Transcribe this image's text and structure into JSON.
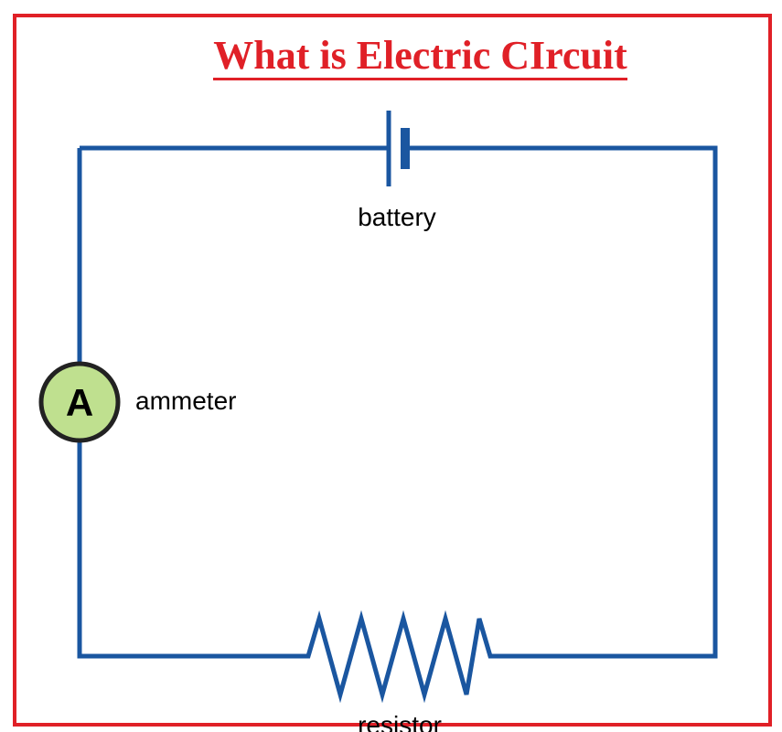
{
  "title": "What is Electric CIrcuit",
  "colors": {
    "frame": "#e02027",
    "title": "#e02027",
    "wire": "#1a56a0",
    "ammeter_fill": "#bfe08f",
    "ammeter_stroke": "#222222"
  },
  "components": {
    "battery": {
      "label": "battery"
    },
    "ammeter": {
      "symbol": "A",
      "label": "ammeter"
    },
    "resistor": {
      "label": "resistor"
    }
  }
}
